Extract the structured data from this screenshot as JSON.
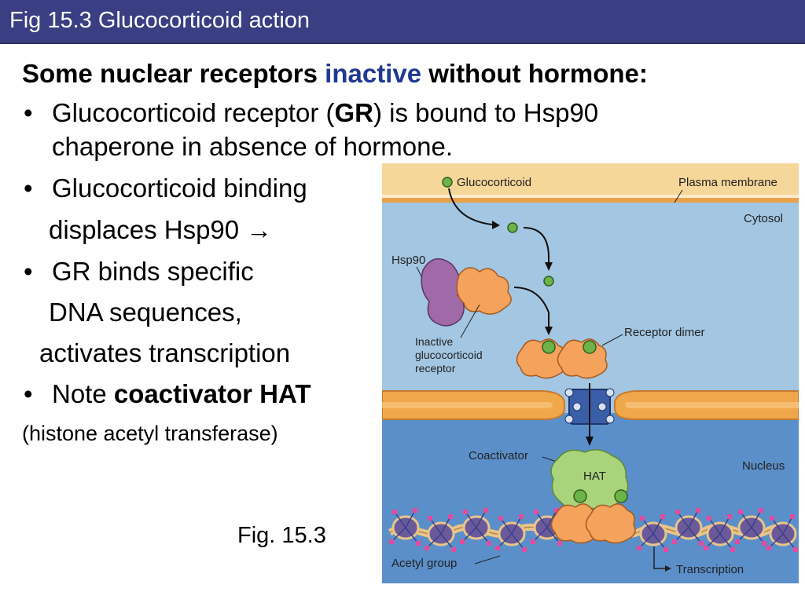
{
  "slide": {
    "title": "Fig 15.3  Glucocorticoid action"
  },
  "content": {
    "heading_part1": "Some nuclear receptors ",
    "heading_accent": "inactive",
    "heading_part2": " without hormone:",
    "bullet_char": "•",
    "b1_pre": "Glucocorticoid receptor (",
    "b1_bold": "GR",
    "b1_post": ") is bound to Hsp90",
    "b1_line2": "chaperone in absence of hormone.",
    "b2_line1": "Glucocorticoid binding",
    "b2_line2": "displaces Hsp90 →",
    "b3_line1": "GR binds specific",
    "b3_line2": "DNA sequences,",
    "b3_line3": "activates transcription",
    "b4_pre": "Note ",
    "b4_bold": "coactivator HAT",
    "b4_line2": "(histone acetyl transferase)",
    "fig_ref": "Fig. 15.3"
  },
  "figure": {
    "labels": {
      "glucocorticoid": "Glucocorticoid",
      "plasma_membrane": "Plasma membrane",
      "cytosol": "Cytosol",
      "hsp90": "Hsp90",
      "receptor_dimer": "Receptor dimer",
      "inactive1": "Inactive",
      "inactive2": "glucocorticoid",
      "inactive3": "receptor",
      "coactivator": "Coactivator",
      "hat": "HAT",
      "nucleus": "Nucleus",
      "acetyl_group": "Acetyl group",
      "transcription": "Transcription"
    },
    "colors": {
      "membrane_band": "#f6d79a",
      "cytosol": "#a3c6e2",
      "nucleus": "#5b8fc9",
      "envelope": "#f0a74a",
      "receptor": "#f4a25c",
      "hsp90": "#a06aa8",
      "ligand": "#6db34a",
      "coactivator": "#a9d47c",
      "pore": "#3b5ea8",
      "histone": "#6a5a9a",
      "acetyl": "#e04ca0"
    }
  }
}
